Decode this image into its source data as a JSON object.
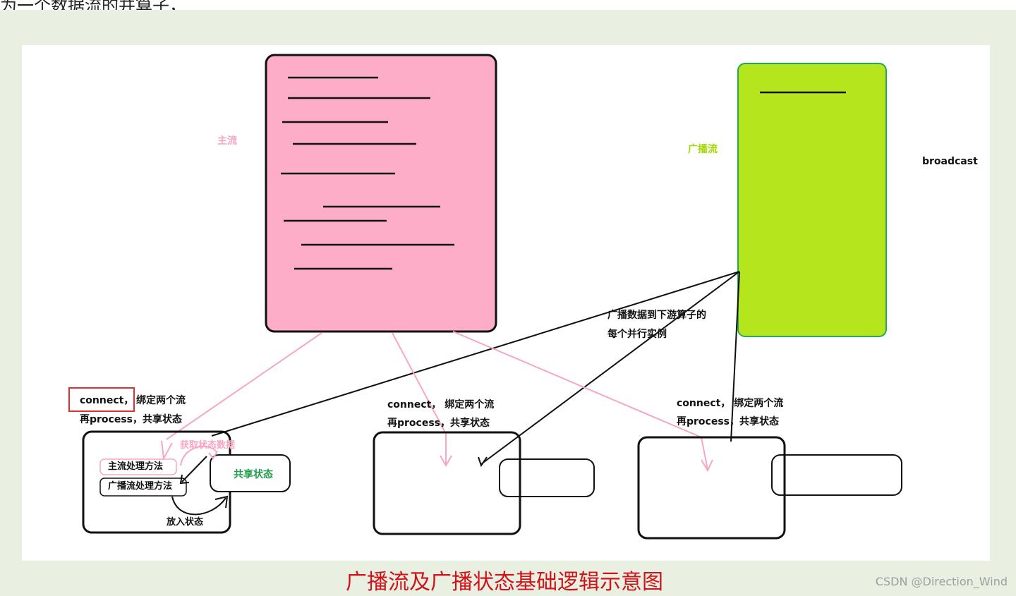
{
  "top_text": "为一个数据流的并算子，",
  "labels": {
    "main_stream": "主流",
    "broadcast_stream": "广播流",
    "broadcast_en": "broadcast",
    "broadcast_to_downstream_line1": "广播数据到下游算子的",
    "broadcast_to_downstream_line2": "每个并行实例",
    "connect_word": "connect，",
    "bind_two_streams": "绑定两个流",
    "connect_full": "connect， 绑定两个流",
    "process_share_state": "再process，共享状态",
    "get_state_data": "获取状态数据",
    "main_process_method": "主流处理方法",
    "broadcast_process_method": "广播流处理方法",
    "shared_state": "共享状态",
    "put_state": "放入状态"
  },
  "caption": "广播流及广播状态基础逻辑示意图",
  "watermark": "CSDN @Direction_Wind",
  "colors": {
    "main_stream_fill": "#fdadc7",
    "broadcast_fill": "#b5e61d",
    "pink_label": "#f7a6c4",
    "green_label": "#a3d800",
    "shared_state_label": "#1e9e4a",
    "caption_red": "#d0121b",
    "highlight_box": "#e03030"
  }
}
